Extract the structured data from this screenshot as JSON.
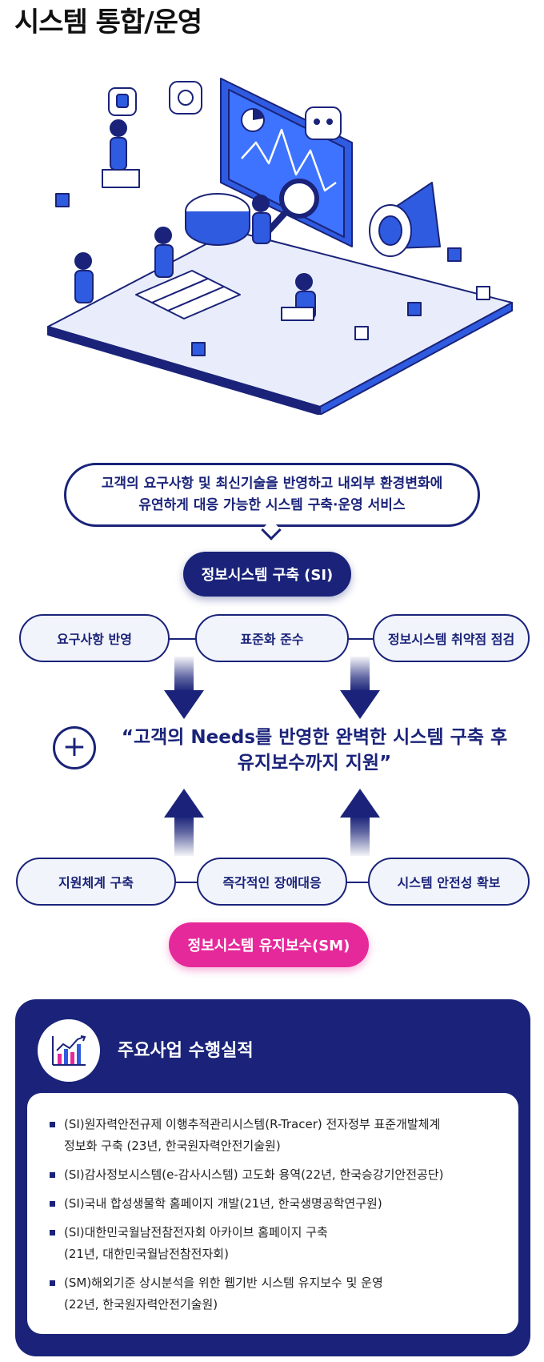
{
  "page": {
    "title": "시스템 통합/운영"
  },
  "bubble": {
    "text": "고객의 요구사항 및 최신기술을 반영하고 내외부 환경변화에\n유연하게 대응 가능한 시스템 구축·운영 서비스"
  },
  "si": {
    "label": "정보시스템 구축 (SI)",
    "items": [
      "요구사항 반영",
      "표준화 준수",
      "정보시스템 취약점 점검"
    ]
  },
  "claim": {
    "text": "“고객의 Needs를 반영한 완벽한 시스템 구축 후\n유지보수까지 지원”"
  },
  "sm": {
    "label": "정보시스템 유지보수(SM)",
    "items": [
      "지원체계 구축",
      "즉각적인 장애대응",
      "시스템 안전성 확보"
    ]
  },
  "performance": {
    "title": "주요사업 수행실적",
    "items": [
      "(SI)원자력안전규제 이행추적관리시스템(R-Tracer) 전자정부 표준개발체계\n정보화 구축 (23년, 한국원자력안전기술원)",
      "(SI)감사정보시스템(e-감사시스템) 고도화 용역(22년, 한국승강기안전공단)",
      "(SI)국내 합성생물학 홈페이지 개발(21년, 한국생명공학연구원)",
      "(SI)대한민국월남전참전자회 아카이브 홈페이지 구축\n(21년, 대한민국월남전참전자회)",
      "(SM)해외기준 상시분석을 위한 웹기반 시스템 유지보수 및 운영\n(22년, 한국원자력안전기술원)"
    ]
  },
  "colors": {
    "navy": "#1a2379",
    "pink": "#e6299a",
    "chip_bg": "#f2f4fb",
    "accent_blue": "#2f5be0"
  }
}
